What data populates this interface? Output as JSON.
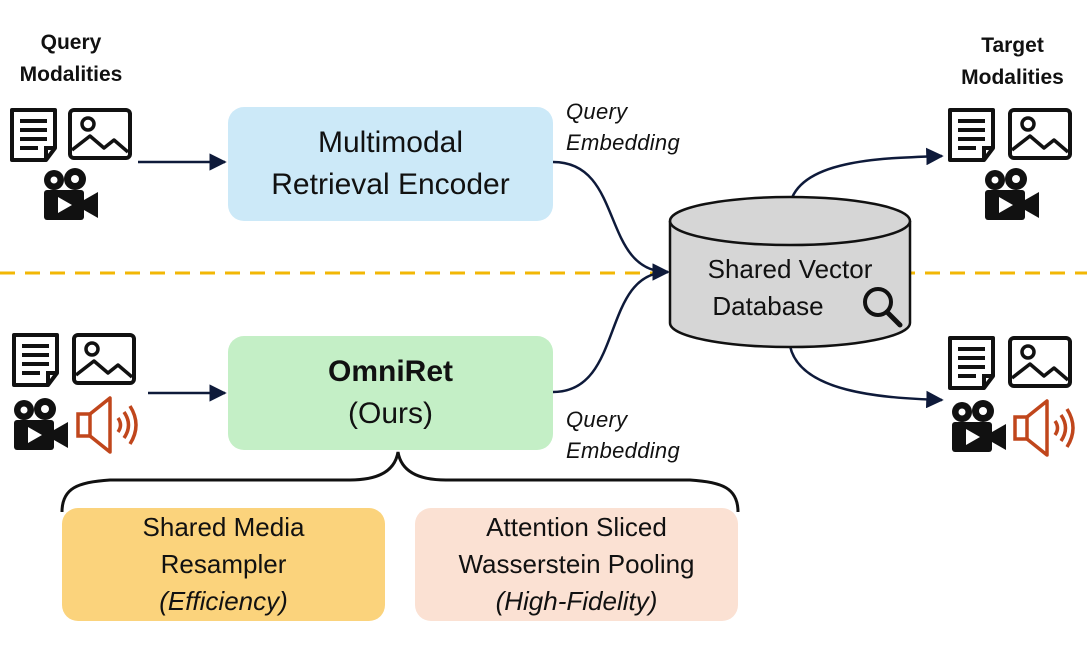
{
  "query_modalities": {
    "line1": "Query",
    "line2": "Modalities"
  },
  "target_modalities": {
    "line1": "Target",
    "line2": "Modalities"
  },
  "baseline_encoder": {
    "line1": "Multimodal",
    "line2": "Retrieval Encoder"
  },
  "omniret": {
    "title": "OmniRet",
    "subtitle": "(Ours)"
  },
  "embedding_top": {
    "line1": "Query",
    "line2": "Embedding"
  },
  "embedding_bottom": {
    "line1": "Query",
    "line2": "Embedding"
  },
  "database": {
    "line1": "Shared Vector",
    "line2": "Database"
  },
  "resampler": {
    "line1": "Shared Media",
    "line2": "Resampler",
    "line3": "(Efficiency)"
  },
  "pooling": {
    "line1": "Attention Sliced",
    "line2": "Wasserstein Pooling",
    "line3": "(High-Fidelity)"
  },
  "colors": {
    "encoder_box": "#cce9f8",
    "omniret_box": "#c4efc6",
    "resampler_box": "#fbd37c",
    "pooling_box": "#fbe1d3",
    "database_fill": "#d6d6d6",
    "dashed_divider": "#f2b705",
    "arrow": "#0e1a3a",
    "audio_icon": "#c0461c"
  },
  "icons": [
    "document-icon",
    "image-icon",
    "video-camera-icon",
    "speaker-icon",
    "magnifier-icon"
  ]
}
